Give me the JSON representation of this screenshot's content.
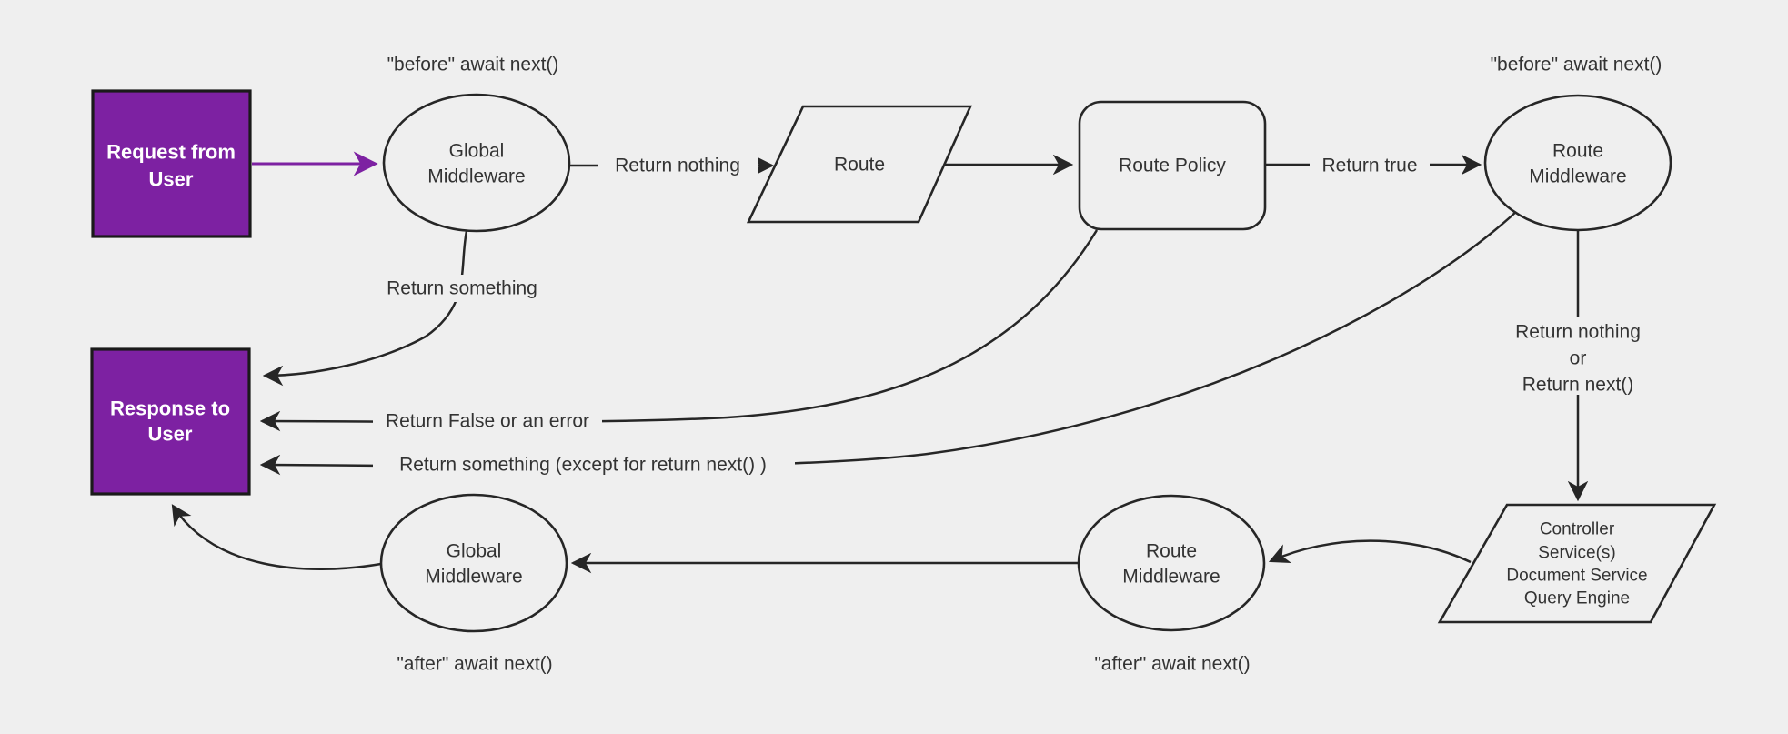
{
  "diagram": {
    "background": "#efefef",
    "accent_purple": "#7d21a2",
    "stroke_color": "#262626",
    "nodes": {
      "request": {
        "line1": "Request from",
        "line2": "User"
      },
      "global_middleware_top": {
        "line1": "Global",
        "line2": "Middleware"
      },
      "route": {
        "label": "Route"
      },
      "route_policy": {
        "label": "Route Policy"
      },
      "route_middleware_top": {
        "line1": "Route",
        "line2": "Middleware"
      },
      "controller": {
        "line1": "Controller",
        "line2": "Service(s)",
        "line3": "Document Service",
        "line4": "Query Engine"
      },
      "route_middleware_bottom": {
        "line1": "Route",
        "line2": "Middleware"
      },
      "global_middleware_bottom": {
        "line1": "Global",
        "line2": "Middleware"
      },
      "response": {
        "line1": "Response to",
        "line2": "User"
      }
    },
    "edge_labels": {
      "before_await_next_global": "\"before\" await next()",
      "before_await_next_route": "\"before\" await next()",
      "return_nothing": "Return nothing",
      "return_true": "Return true",
      "return_something": "Return something",
      "return_false_or_error": "Return False or an error",
      "return_something_except": "Return something (except for return next() )",
      "return_nothing_or_line1": "Return nothing",
      "return_nothing_or_line2": "or",
      "return_nothing_or_line3": "Return next()",
      "after_await_next_global": "\"after\" await next()",
      "after_await_next_route": "\"after\" await next()"
    }
  }
}
